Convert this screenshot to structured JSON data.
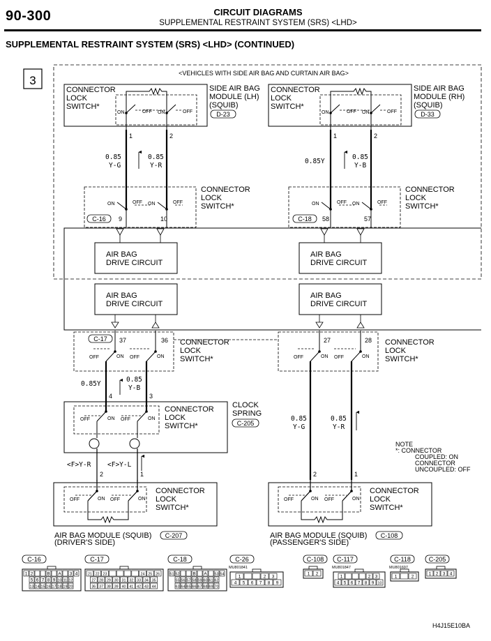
{
  "header": {
    "page_number": "90-300",
    "title": "CIRCUIT DIAGRAMS",
    "subtitle": "SUPPLEMENTAL RESTRAINT SYSTEM (SRS) <LHD>"
  },
  "section_title": "SUPPLEMENTAL RESTRAINT SYSTEM (SRS) <LHD> (CONTINUED)",
  "diagram": {
    "index_box": "3",
    "vehicle_note": "<VEHICLES WITH SIDE AIR BAG AND CURTAIN AIR BAG>",
    "connector_lock": {
      "l1": "CONNECTOR",
      "l2": "LOCK",
      "l3": "SWITCH*"
    },
    "switch_on": "ON",
    "switch_off": "OFF",
    "side_lh": {
      "l1": "SIDE AIR BAG",
      "l2": "MODULE (LH)",
      "l3": "(SQUIB)",
      "conn": "D-23"
    },
    "side_rh": {
      "l1": "SIDE AIR BAG",
      "l2": "MODULE (RH)",
      "l3": "(SQUIB)",
      "conn": "D-33"
    },
    "pins": {
      "lh_top": [
        "1",
        "2"
      ],
      "rh_top": [
        "1",
        "2"
      ],
      "c16": [
        "9",
        "10"
      ],
      "c18": [
        "58",
        "57"
      ],
      "c17": [
        "37",
        "36"
      ],
      "r_mid": [
        "27",
        "28"
      ],
      "clock": [
        "4",
        "3"
      ],
      "driver": [
        "2",
        "1"
      ],
      "pass": [
        "2",
        "1"
      ]
    },
    "wires": {
      "lh_a_size": "0.85",
      "lh_a_color": "Y-G",
      "lh_b_size": "0.85",
      "lh_b_color": "Y-R",
      "rh_a": "0.85Y",
      "rh_b_size": "0.85",
      "rh_b_color": "Y-B",
      "c17_a": "0.85Y",
      "c17_b_size": "0.85",
      "c17_b_color": "Y-B",
      "pass_a_size": "0.85",
      "pass_a_color": "Y-G",
      "pass_b_size": "0.85",
      "pass_b_color": "Y-R",
      "drv_a": "<F>Y-R",
      "drv_b": "<F>Y-L"
    },
    "conn_ids": {
      "c16": "C-16",
      "c18": "C-18",
      "c17": "C-17",
      "c205": "C-205",
      "c207": "C-207",
      "c108": "C-108"
    },
    "drive_circuit": {
      "l1": "AIR BAG",
      "l2": "DRIVE CIRCUIT"
    },
    "clock_spring": {
      "l1": "CLOCK",
      "l2": "SPRING"
    },
    "note": {
      "title": "NOTE",
      "l1": "*: CONNECTOR",
      "l2": "COUPLED: ON",
      "l3": "CONNECTOR",
      "l4": "UNCOUPLED: OFF"
    },
    "driver_module": {
      "l1": "AIR BAG MODULE (SQUIB)",
      "l2": "(DRIVER'S SIDE)"
    },
    "pass_module": {
      "l1": "AIR BAG MODULE (SQUIB)",
      "l2": "(PASSENGER'S SIDE)"
    }
  },
  "connector_faces": [
    {
      "id": "C-16",
      "part": "",
      "row1": [
        "1",
        "2",
        "",
        "",
        "B",
        "",
        "A",
        "",
        "3",
        "4"
      ],
      "row2": [
        "5",
        "6",
        "7",
        "8",
        "9",
        "10",
        "11",
        "12"
      ],
      "row3": [
        "13",
        "14",
        "15",
        "16",
        "17",
        "18",
        "19",
        "20"
      ]
    },
    {
      "id": "C-17",
      "part": "",
      "row1": [
        "21",
        "22",
        "23",
        "",
        "",
        "",
        "",
        "24",
        "25",
        "26"
      ],
      "row2": [
        "27",
        "28",
        "29",
        "30",
        "31",
        "32",
        "33",
        "34",
        "35"
      ],
      "row3": [
        "36",
        "37",
        "38",
        "39",
        "40",
        "41",
        "42",
        "43",
        "44"
      ]
    },
    {
      "id": "C-18",
      "part": "",
      "row1": [
        "51",
        "52",
        "",
        "",
        "B",
        "",
        "A",
        "",
        "53",
        "54"
      ],
      "row2": [
        "55",
        "56",
        "57",
        "58",
        "59",
        "60",
        "61",
        "62"
      ],
      "row3": [
        "63",
        "64",
        "65",
        "66",
        "67",
        "68",
        "69",
        "70"
      ]
    },
    {
      "id": "C-26",
      "part": "MU801841",
      "row1": [
        "1",
        "",
        "",
        "2",
        "3"
      ],
      "row2": [
        "4",
        "5",
        "6",
        "7",
        "8",
        "9"
      ]
    },
    {
      "id": "C-108",
      "part": "",
      "row1": [
        "1",
        "2"
      ]
    },
    {
      "id": "C-117",
      "part": "MU801847",
      "row1": [
        "1",
        "",
        "",
        "",
        "2",
        "3"
      ],
      "row2": [
        "4",
        "5",
        "6",
        "7",
        "8",
        "9",
        "10"
      ]
    },
    {
      "id": "C-118",
      "part": "MU801697",
      "row1": [
        "1",
        "",
        "2"
      ]
    },
    {
      "id": "C-205",
      "part": "",
      "row1": [
        "1",
        "2",
        "3",
        "4"
      ]
    }
  ],
  "footer_code": "H4J15E10BA"
}
